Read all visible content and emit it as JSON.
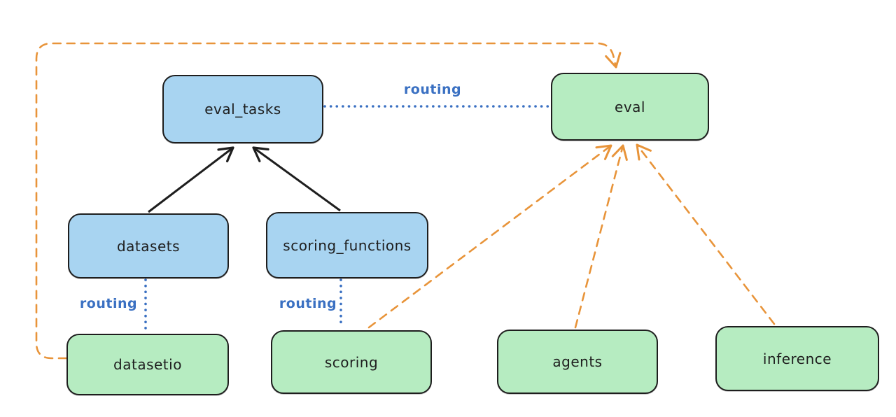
{
  "diagram": {
    "title": "",
    "nodes": [
      {
        "id": "eval_tasks",
        "label": "eval_tasks",
        "kind": "resource",
        "color": "blue"
      },
      {
        "id": "eval",
        "label": "eval",
        "kind": "api",
        "color": "green"
      },
      {
        "id": "datasets",
        "label": "datasets",
        "kind": "resource",
        "color": "blue"
      },
      {
        "id": "scoring_functions",
        "label": "scoring_functions",
        "kind": "resource",
        "color": "blue"
      },
      {
        "id": "datasetio",
        "label": "datasetio",
        "kind": "api",
        "color": "green"
      },
      {
        "id": "scoring",
        "label": "scoring",
        "kind": "api",
        "color": "green"
      },
      {
        "id": "agents",
        "label": "agents",
        "kind": "api",
        "color": "green"
      },
      {
        "id": "inference",
        "label": "inference",
        "kind": "api",
        "color": "green"
      }
    ],
    "edges": [
      {
        "from": "datasets",
        "to": "eval_tasks",
        "style": "solid",
        "color": "black",
        "arrow": true,
        "label": ""
      },
      {
        "from": "scoring_functions",
        "to": "eval_tasks",
        "style": "solid",
        "color": "black",
        "arrow": true,
        "label": ""
      },
      {
        "from": "eval_tasks",
        "to": "eval",
        "style": "dotted",
        "color": "blue",
        "arrow": false,
        "label": "routing"
      },
      {
        "from": "datasets",
        "to": "datasetio",
        "style": "dotted",
        "color": "blue",
        "arrow": false,
        "label": "routing"
      },
      {
        "from": "scoring_functions",
        "to": "scoring",
        "style": "dotted",
        "color": "blue",
        "arrow": false,
        "label": "routing"
      },
      {
        "from": "scoring",
        "to": "eval",
        "style": "dashed",
        "color": "orange",
        "arrow": true,
        "label": ""
      },
      {
        "from": "agents",
        "to": "eval",
        "style": "dashed",
        "color": "orange",
        "arrow": true,
        "label": ""
      },
      {
        "from": "inference",
        "to": "eval",
        "style": "dashed",
        "color": "orange",
        "arrow": true,
        "label": ""
      },
      {
        "from": "datasetio",
        "to": "eval",
        "style": "dashed",
        "color": "orange",
        "arrow": true,
        "label": "",
        "route": "around-left-and-top"
      }
    ]
  },
  "colors": {
    "stroke_dark": "#1e1e1e",
    "blue_fill": "#a8d4f1",
    "green_fill": "#b6ecc1",
    "orange_accent": "#e8943a",
    "routing_blue": "#3a70c2",
    "background": "#ffffff"
  }
}
